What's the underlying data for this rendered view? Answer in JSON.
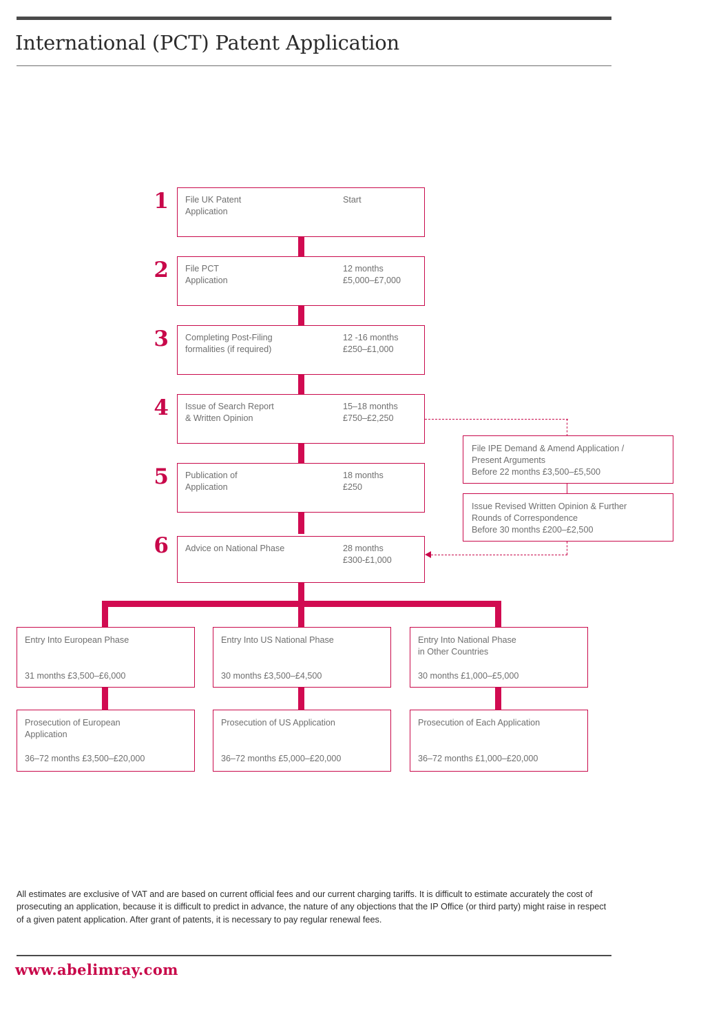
{
  "document": {
    "title": "International (PCT) Patent Application",
    "accent_color": "#C8084A",
    "connector_color": "#D10B51",
    "rule_color": "#4a4a4a",
    "body_text_color": "#6e6e6e"
  },
  "flow_steps": [
    {
      "number": "1",
      "label": "File UK Patent\nApplication",
      "detail": "Start"
    },
    {
      "number": "2",
      "label": "File PCT\nApplication",
      "detail": "12 months\n£5,000–£7,000"
    },
    {
      "number": "3",
      "label": "Completing Post-Filing\nformalities (if required)",
      "detail": "12 -16 months\n£250–£1,000"
    },
    {
      "number": "4",
      "label": "Issue of Search Report\n& Written Opinion",
      "detail": "15–18 months\n£750–£2,250"
    },
    {
      "number": "5",
      "label": "Publication of\nApplication",
      "detail": "18 months\n£250"
    },
    {
      "number": "6",
      "label": "Advice on National Phase",
      "detail": "28 months\n£300-£1,000"
    }
  ],
  "side_boxes": [
    {
      "id": "ipe-demand",
      "text": "File IPE Demand & Amend Application /\nPresent Arguments\nBefore 22 months £3,500–£5,500"
    },
    {
      "id": "revised-opinion",
      "text": "Issue Revised Written Opinion & Further\nRounds of Correspondence\nBefore 30 months £200–£2,500"
    }
  ],
  "phase_boxes": [
    {
      "id": "european-phase",
      "head": "Entry Into European Phase",
      "foot": "31 months £3,500–£6,000"
    },
    {
      "id": "us-national-phase",
      "head": "Entry Into US National Phase",
      "foot": "30 months £3,500–£4,500"
    },
    {
      "id": "other-countries",
      "head": "Entry Into National Phase\nin Other Countries",
      "foot": "30 months £1,000–£5,000"
    }
  ],
  "prosecution_boxes": [
    {
      "id": "prosecution-european",
      "head": "Prosecution of European\nApplication",
      "foot": "36–72 months £3,500–£20,000"
    },
    {
      "id": "prosecution-us",
      "head": "Prosecution of US Application",
      "foot": "36–72 months £5,000–£20,000"
    },
    {
      "id": "prosecution-each",
      "head": "Prosecution of Each Application",
      "foot": "36–72 months £1,000–£20,000"
    }
  ],
  "footer": {
    "footnote": "All estimates are exclusive of VAT and are based on current official fees and our current charging tariffs. It is difficult to estimate accurately the cost of prosecuting an application, because it is difficult to predict in advance, the nature of any objections that the IP Office (or third party) might raise in respect of a given patent application. After grant of patents, it is necessary to pay regular renewal fees.",
    "url": "www.abelimray.com"
  }
}
